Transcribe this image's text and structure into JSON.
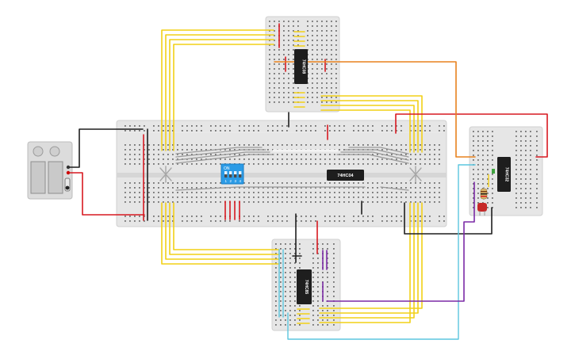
{
  "chips": {
    "top": "74HC08",
    "main": "74HC04",
    "bottom": "74HC85",
    "right": "74HC32"
  },
  "dip_switch": {
    "on_label": "ON",
    "numbers": [
      "1",
      "2",
      "3",
      "4"
    ]
  },
  "colors": {
    "breadboard": "#e6e6e6",
    "hole": "#6f6f6f",
    "rail_red": "#d81b1b",
    "rail_black": "#222222",
    "wire_yellow": "#f2d017",
    "wire_red": "#d71920",
    "wire_black": "#1f1f1f",
    "wire_orange": "#e8821e",
    "wire_cyan": "#5bc6df",
    "wire_purple": "#7b2aa6",
    "dip_switch": "#2b9be6",
    "chip": "#1e1e1e",
    "led": "#c62828"
  }
}
